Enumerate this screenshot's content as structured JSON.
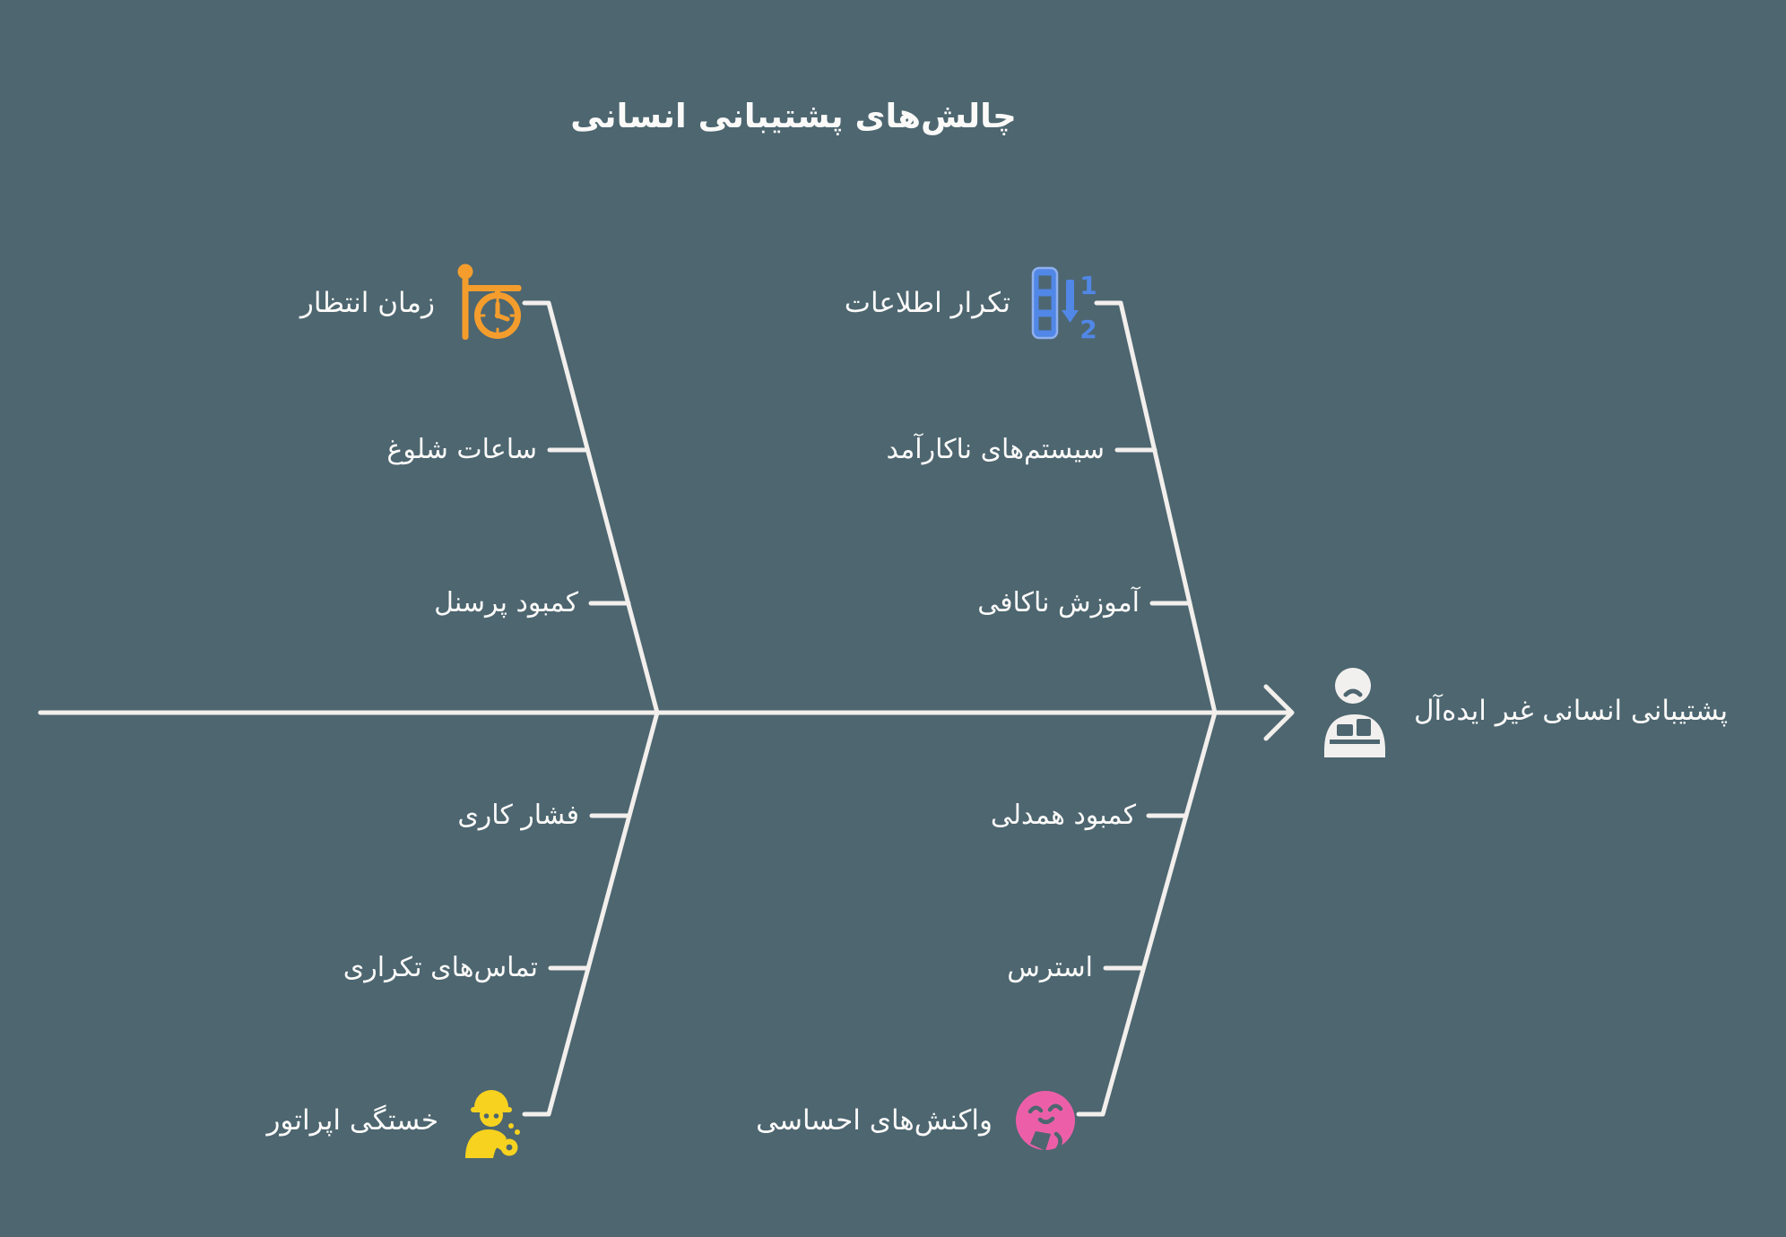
{
  "title": "چالش‌های پشتیبانی انسانی",
  "effect": {
    "label": "پشتیبانی انسانی غیر ایده‌آل",
    "icon": "support-person-icon"
  },
  "branches": [
    {
      "label": "زمان انتظار",
      "icon": "station-clock-icon",
      "position": "top-left",
      "causes": [
        "ساعات شلوغ",
        "کمبود پرسنل"
      ]
    },
    {
      "label": "تکرار اطلاعات",
      "icon": "sort-numeric-icon",
      "position": "top-right",
      "causes": [
        "سیستم‌های ناکارآمد",
        "آموزش ناکافی"
      ]
    },
    {
      "label": "خستگی اپراتور",
      "icon": "worker-icon",
      "position": "bottom-left",
      "causes": [
        "فشار کاری",
        "تماس‌های تکراری"
      ]
    },
    {
      "label": "واکنش‌های احساسی",
      "icon": "emotional-face-icon",
      "position": "bottom-right",
      "causes": [
        "کمبود همدلی",
        "استرس"
      ]
    }
  ],
  "icons": {
    "sort_numeric_digits": [
      "1",
      "2"
    ]
  },
  "colors": {
    "background": "#4D6670",
    "line": "#F2EFEC",
    "text": "#FBFAF9",
    "accent-orange": "#F49D2D",
    "accent-blue": "#5187E6",
    "accent-blue-light": "#8FB0F0",
    "accent-yellow": "#F7D21F",
    "accent-pink": "#EC5FA8",
    "effect-icon": "#F2F0EE"
  }
}
